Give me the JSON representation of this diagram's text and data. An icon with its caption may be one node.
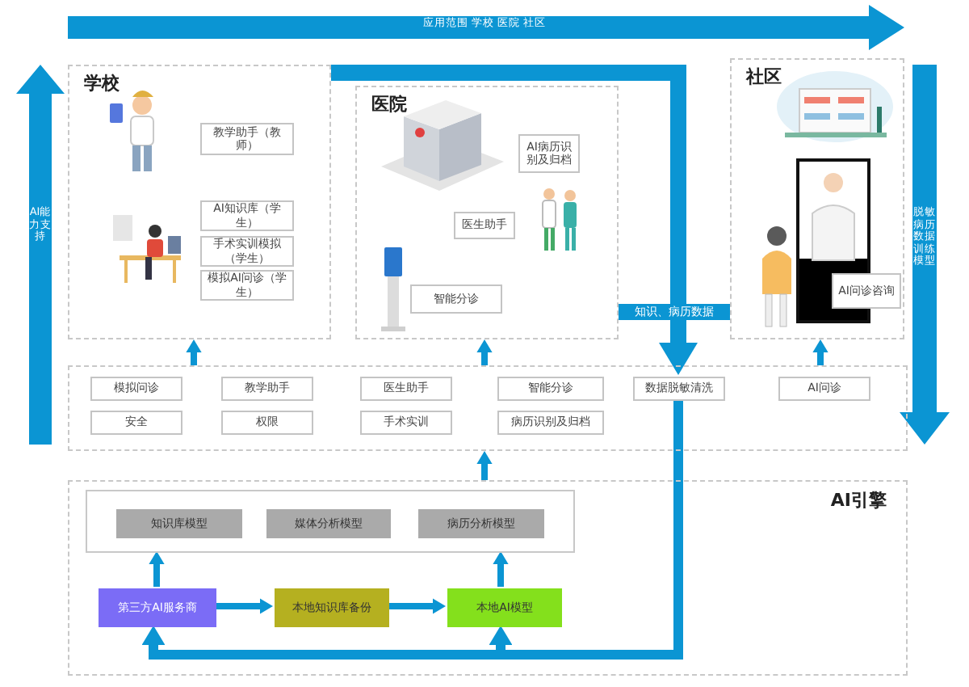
{
  "diagram": {
    "nodes": [
      {
        "text": [
          "学校"
        ]
      },
      {
        "text": [
          "教学助手（教师）"
        ],
        "in": 0
      },
      {
        "text": [
          "AI知识库（学生）"
        ],
        "in": 0
      },
      {
        "text": [
          "手术实训模拟（学生）"
        ],
        "in": 0
      },
      {
        "text": [
          "模拟AI问诊（学生）"
        ],
        "in": 0
      },
      {
        "text": [
          "医院"
        ]
      },
      {
        "text": [
          "AI病历识别及归档"
        ],
        "in": 5
      },
      {
        "text": [
          "医生助手"
        ],
        "in": 5
      },
      {
        "text": [
          "智能分诊"
        ],
        "in": 5
      },
      {
        "text": [
          "社区"
        ]
      },
      {
        "text": [
          "AI问诊咨询"
        ],
        "in": 9
      },
      {
        "text": [],
        "shape": "box"
      },
      {
        "text": [
          "模拟问诊"
        ],
        "in": 11
      },
      {
        "text": [
          "教学助手"
        ],
        "in": 11
      },
      {
        "text": [
          "医生助手"
        ],
        "in": 11
      },
      {
        "text": [
          "智能分诊"
        ],
        "in": 11
      },
      {
        "text": [
          "数据脱敏清洗"
        ],
        "in": 11
      },
      {
        "text": [
          "AI问诊"
        ],
        "in": 11
      },
      {
        "text": [
          "安全"
        ],
        "in": 11
      },
      {
        "text": [
          "权限"
        ],
        "in": 11
      },
      {
        "text": [
          "手术实训"
        ],
        "in": 11
      },
      {
        "text": [
          "病历识别及归档"
        ],
        "in": 11
      },
      {
        "text": [
          "AI引擎"
        ]
      },
      {
        "text": [],
        "shape": "box",
        "in": 22
      },
      {
        "text": [
          "知识库模型"
        ],
        "in": 23
      },
      {
        "text": [
          "媒体分析模型"
        ],
        "in": 23
      },
      {
        "text": [
          "病历分析模型"
        ],
        "in": 23
      },
      {
        "text": [
          "第三方AI服务商"
        ],
        "in": 22
      },
      {
        "text": [
          "本地知识库备份"
        ],
        "in": 22
      },
      {
        "text": [
          "本地AI模型"
        ],
        "in": 22
      }
    ],
    "edges": [
      {
        "from": 0,
        "to": 16,
        "arrow": "to",
        "label": "知识、病历数据",
        "style": "thick"
      },
      {
        "from": 16,
        "to": 27,
        "arrow": "to"
      },
      {
        "from": 16,
        "to": 29,
        "arrow": "to"
      },
      {
        "from": 22,
        "to": 11,
        "arrow": "to"
      },
      {
        "from": 11,
        "to": 0,
        "arrow": "to"
      },
      {
        "from": 11,
        "to": 5,
        "arrow": "to"
      },
      {
        "from": 11,
        "to": 9,
        "arrow": "to"
      },
      {
        "from": 27,
        "to": 28,
        "arrow": "to"
      },
      {
        "from": 28,
        "to": 29,
        "arrow": "to"
      },
      {
        "from": 27,
        "to": 23,
        "arrow": "to"
      },
      {
        "from": 29,
        "to": 23,
        "arrow": "to"
      }
    ],
    "labels": [
      "应用范围 学校 医院 社区",
      "AI能力支持",
      "脱敏病历数据训练模型"
    ]
  }
}
